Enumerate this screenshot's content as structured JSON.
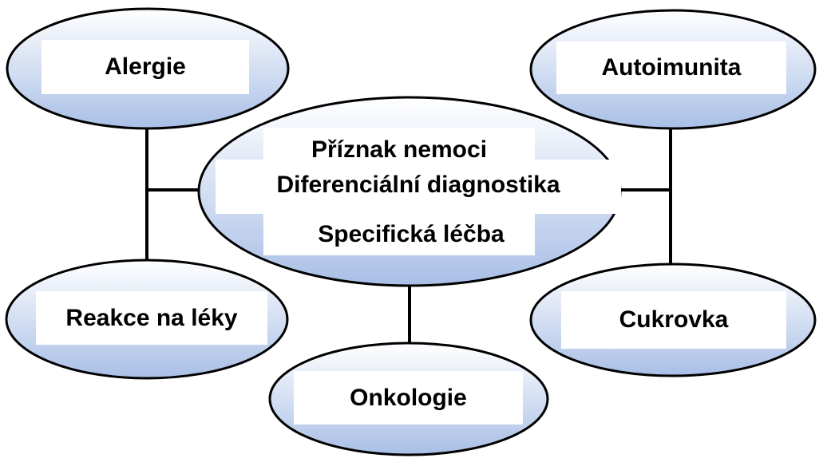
{
  "center": {
    "line1": "Příznak nemoci",
    "line2": "Diferenciální diagnostika",
    "line3": "Specifická léčba"
  },
  "nodes": {
    "alergie": "Alergie",
    "autoimunita": "Autoimunita",
    "reakce": "Reakce na léky",
    "cukrovka": "Cukrovka",
    "onkologie": "Onkologie"
  },
  "colors": {
    "fill_top": "#ffffff",
    "fill_bottom": "#a9bfe6",
    "stroke": "#000000"
  }
}
